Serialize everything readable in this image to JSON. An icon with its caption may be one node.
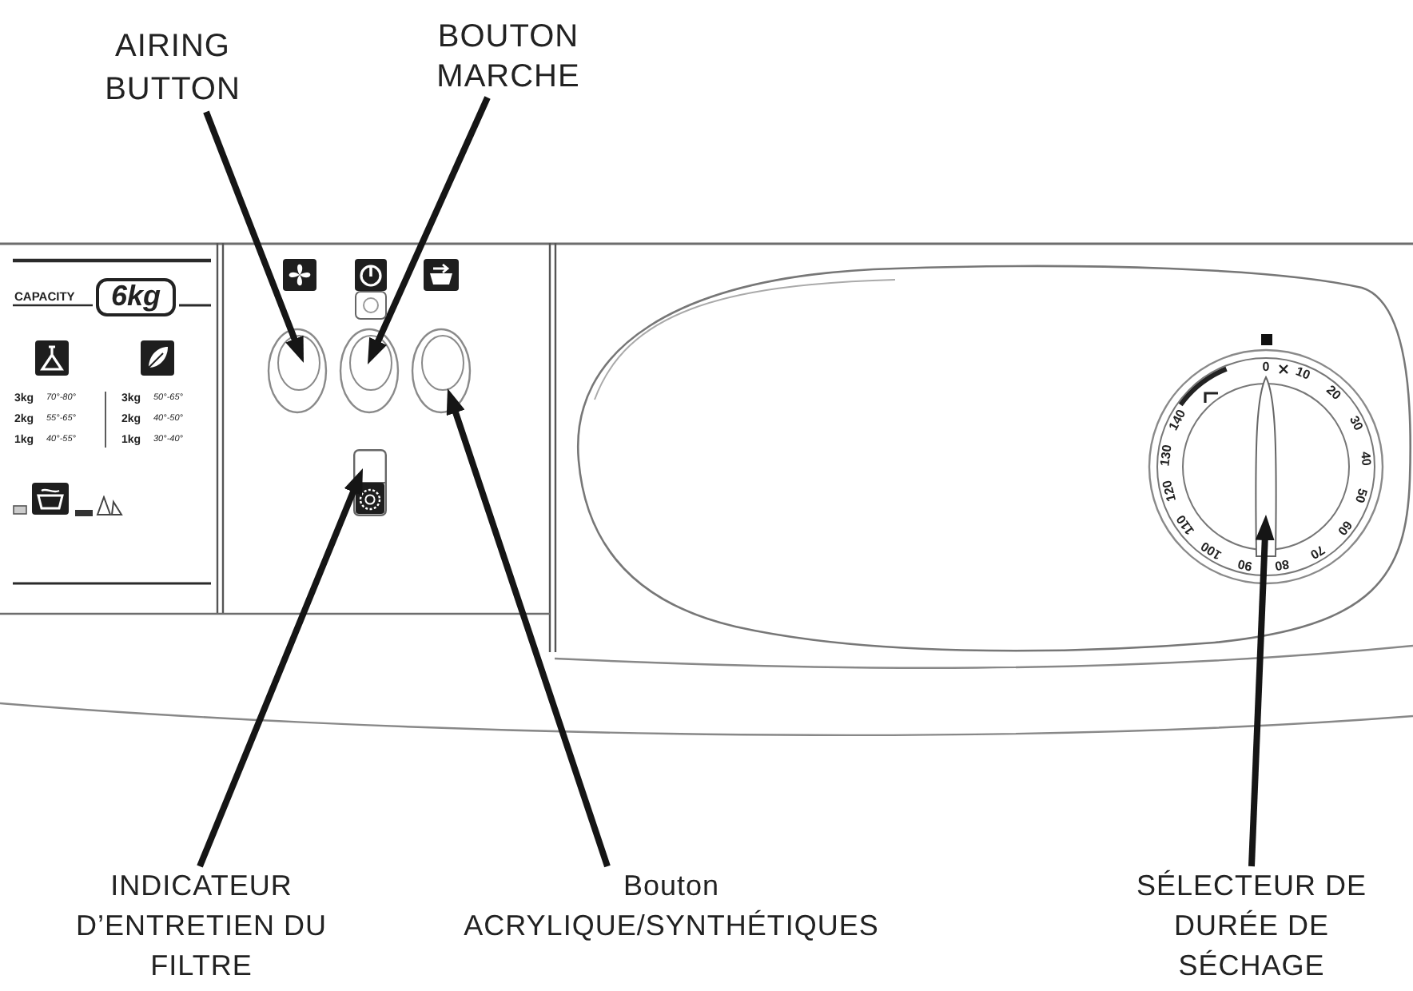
{
  "diagram": {
    "nodes": [
      {
        "text": [
          "AIRING BUTTON"
        ]
      },
      {
        "text": [
          "BOUTON MARCHE"
        ]
      },
      {
        "text": [],
        "shape": "circle"
      },
      {
        "text": [],
        "shape": "circle"
      },
      {
        "text": [],
        "shape": "circle"
      },
      {
        "text": [],
        "shape": "box"
      },
      {
        "text": [],
        "shape": "circle"
      },
      {
        "text": [
          "INDICATEUR D’ENTRETIEN DU FILTRE"
        ]
      },
      {
        "text": [
          "Bouton ACRYLIQUE/SYNTHÉTIQUES"
        ]
      },
      {
        "text": [
          "SÉLECTEUR DE DURÉE DE SÉCHAGE"
        ]
      }
    ],
    "edges": [
      {
        "from": 0,
        "to": 2,
        "arrow": "to"
      },
      {
        "from": 1,
        "to": 3,
        "arrow": "to"
      },
      {
        "from": 7,
        "to": 5,
        "arrow": "to"
      },
      {
        "from": 8,
        "to": 4,
        "arrow": "to"
      },
      {
        "from": 9,
        "to": 6,
        "arrow": "to"
      }
    ],
    "labels": [
      "CAPACITY",
      "6kg",
      "3kg",
      "70°-80°",
      "3kg",
      "50°-65°",
      "2kg",
      "55°-65°",
      "2kg",
      "40°-50°",
      "1kg",
      "40°-55°",
      "1kg",
      "30°-40°",
      "0",
      "10",
      "20",
      "30",
      "40",
      "50",
      "60",
      "70",
      "80",
      "90",
      "100",
      "110",
      "120",
      "130",
      "140"
    ]
  }
}
